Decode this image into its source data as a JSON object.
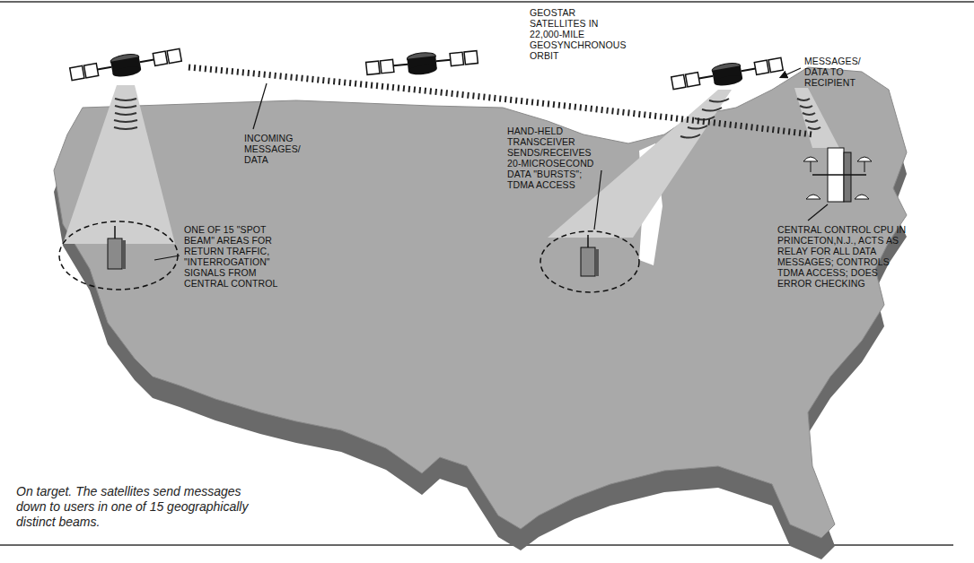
{
  "diagram": {
    "caption": "On target. The satellites send messages down to users in one of 15 geographically distinct beams.",
    "labels": [
      "GEOSTAR SATELLITES IN 22,000-MILE GEOSYNCHRONOUS ORBIT",
      "INCOMING MESSAGES/ DATA",
      "MESSAGES/ DATA TO RECIPIENT",
      "ONE OF 15 \"SPOT BEAM\" AREAS FOR RETURN TRAFFIC, \"INTERROGATION\" SIGNALS FROM CENTRAL CONTROL",
      "HAND-HELD TRANSCEIVER SENDS/RECEIVES 20-MICROSECOND DATA \"BURSTS\"; TDMA ACCESS",
      "CENTRAL CONTROL CPU IN PRINCETON,N.J., ACTS AS RELAY FOR ALL DATA MESSAGES; CONTROLS TDMA ACCESS; DOES ERROR CHECKING"
    ]
  }
}
